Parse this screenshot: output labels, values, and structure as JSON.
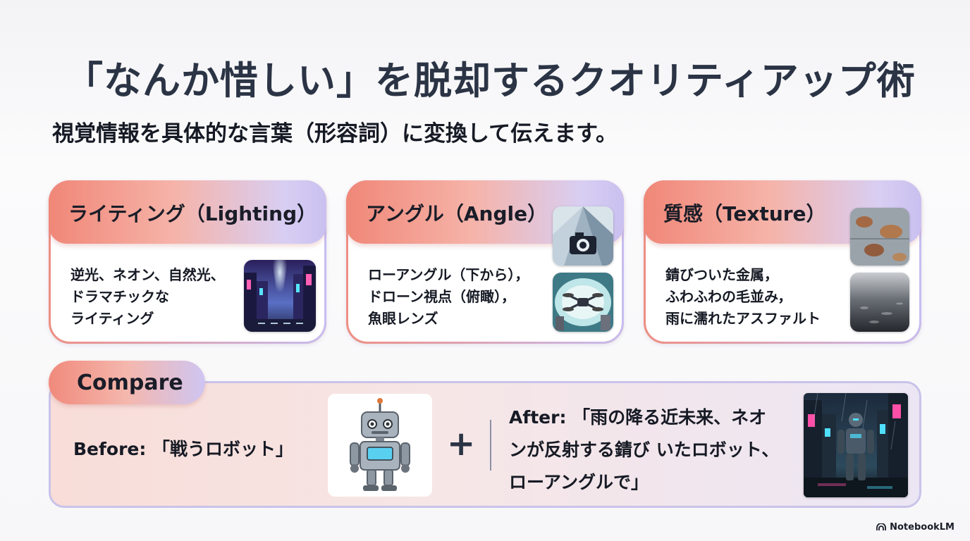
{
  "title": "「なんか惜しい」を脱却するクオリティアップ術",
  "subtitle": "視覚情報を具体的な言葉（形容詞）に変換して伝えます。",
  "cards": [
    {
      "title": "ライティング（Lighting）",
      "text": "逆光、ネオン、自然光、\nドラマチックな\nライティング"
    },
    {
      "title": "アングル（Angle）",
      "text": "ローアングル（下から），\nドローン視点（俯瞰），\n魚眼レンズ"
    },
    {
      "title": "質感（Texture）",
      "text": "錆びついた金属，\nふわふわの毛並み，\n雨に濡れたアスファルト"
    }
  ],
  "compare": {
    "label": "Compare",
    "before": "Before: 「戦うロボット」",
    "plus": "+",
    "after": "After: 「雨の降る近未来、ネオ\nンが反射する錆び いたロボット、\nローアングルで」"
  },
  "brand": "NotebookLM",
  "colors": {
    "accent_coral": "#f08778",
    "accent_lavender": "#c9c0f0",
    "title_text": "#2b3445"
  }
}
